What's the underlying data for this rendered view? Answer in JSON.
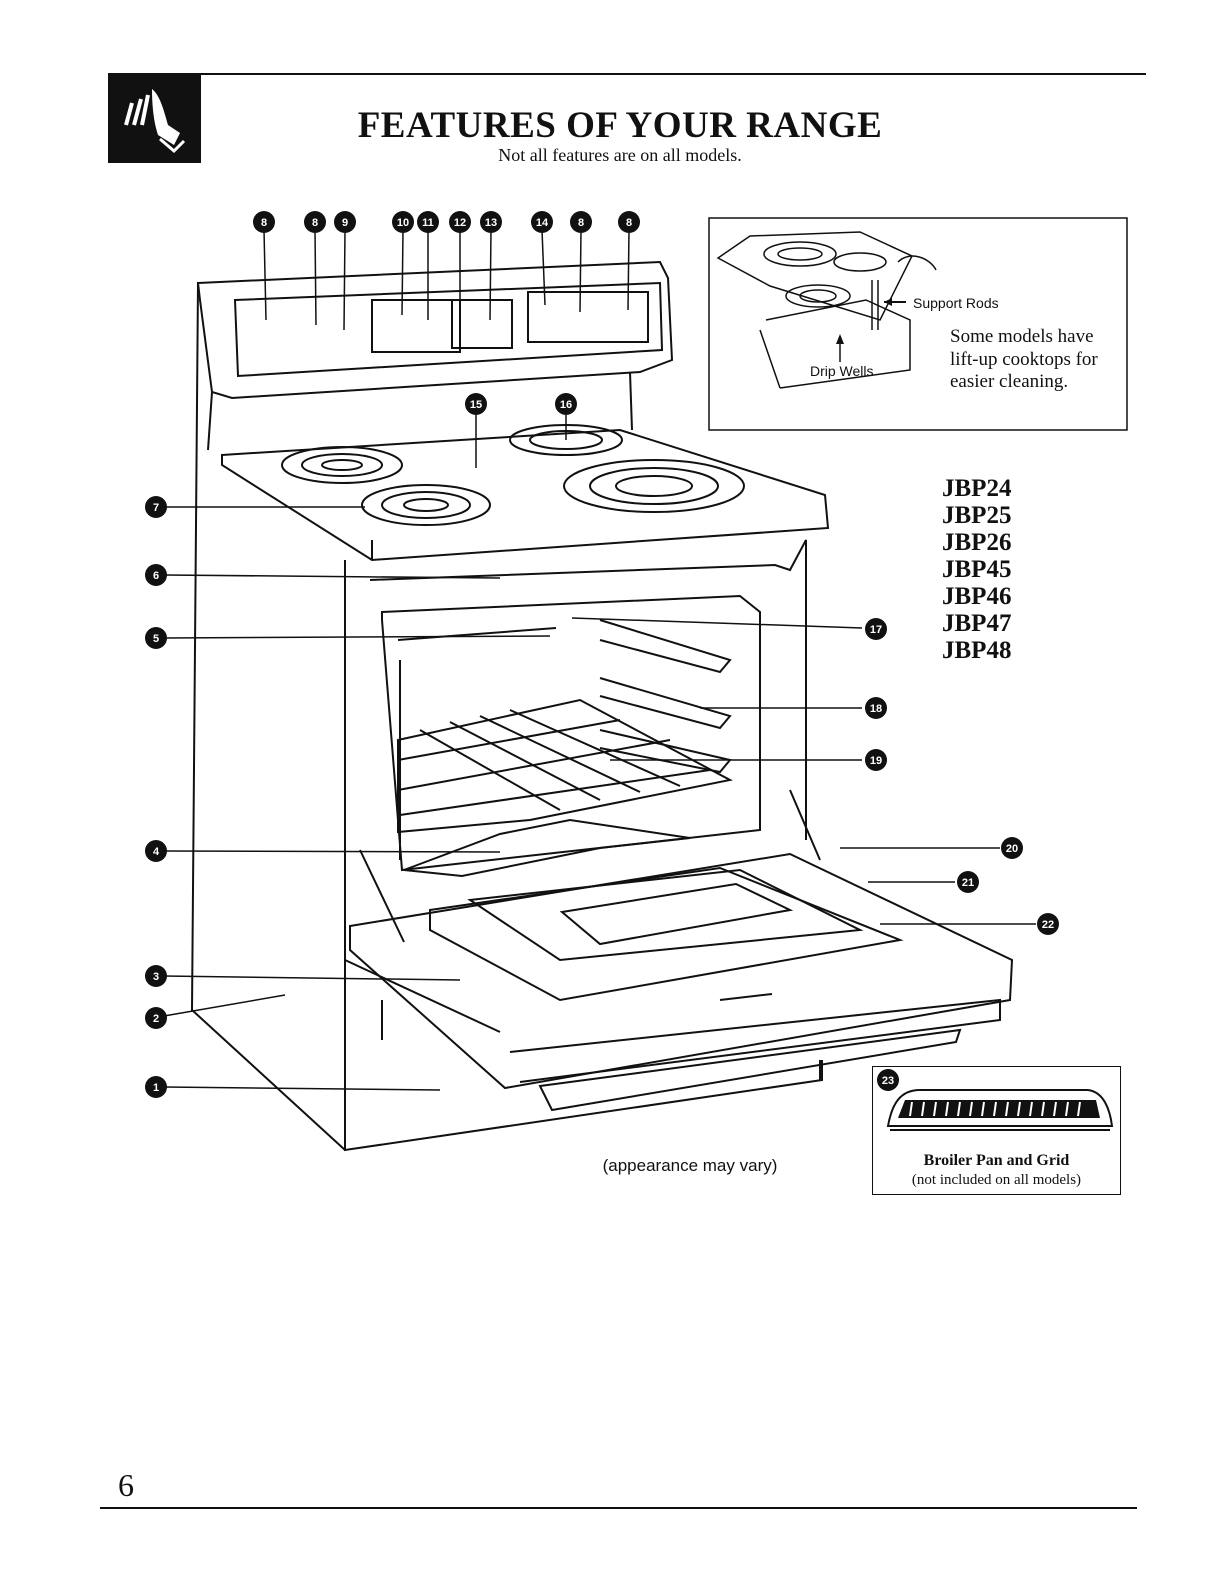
{
  "header": {
    "title": "FEATURES OF YOUR RANGE",
    "subtitle": "Not all features are on all models.",
    "logo_icon": "hand-pointer-icon"
  },
  "inset": {
    "support_rods_label": "Support Rods",
    "drip_wells_label": "Drip Wells",
    "description": "Some models have lift-up cooktops for easier cleaning."
  },
  "models": [
    "JBP24",
    "JBP25",
    "JBP26",
    "JBP45",
    "JBP46",
    "JBP47",
    "JBP48"
  ],
  "callouts": {
    "top": [
      "8",
      "8",
      "9",
      "10",
      "11",
      "12",
      "13",
      "14",
      "8",
      "8"
    ],
    "left": [
      "7",
      "6",
      "5",
      "4",
      "3",
      "2",
      "1"
    ],
    "cooktop": [
      "15",
      "16"
    ],
    "right": [
      "17",
      "18",
      "19",
      "20",
      "21",
      "22"
    ],
    "broiler": "23"
  },
  "caption": "(appearance may vary)",
  "broiler": {
    "title": "Broiler Pan and Grid",
    "note": "(not included on all models)"
  },
  "page_number": "6"
}
